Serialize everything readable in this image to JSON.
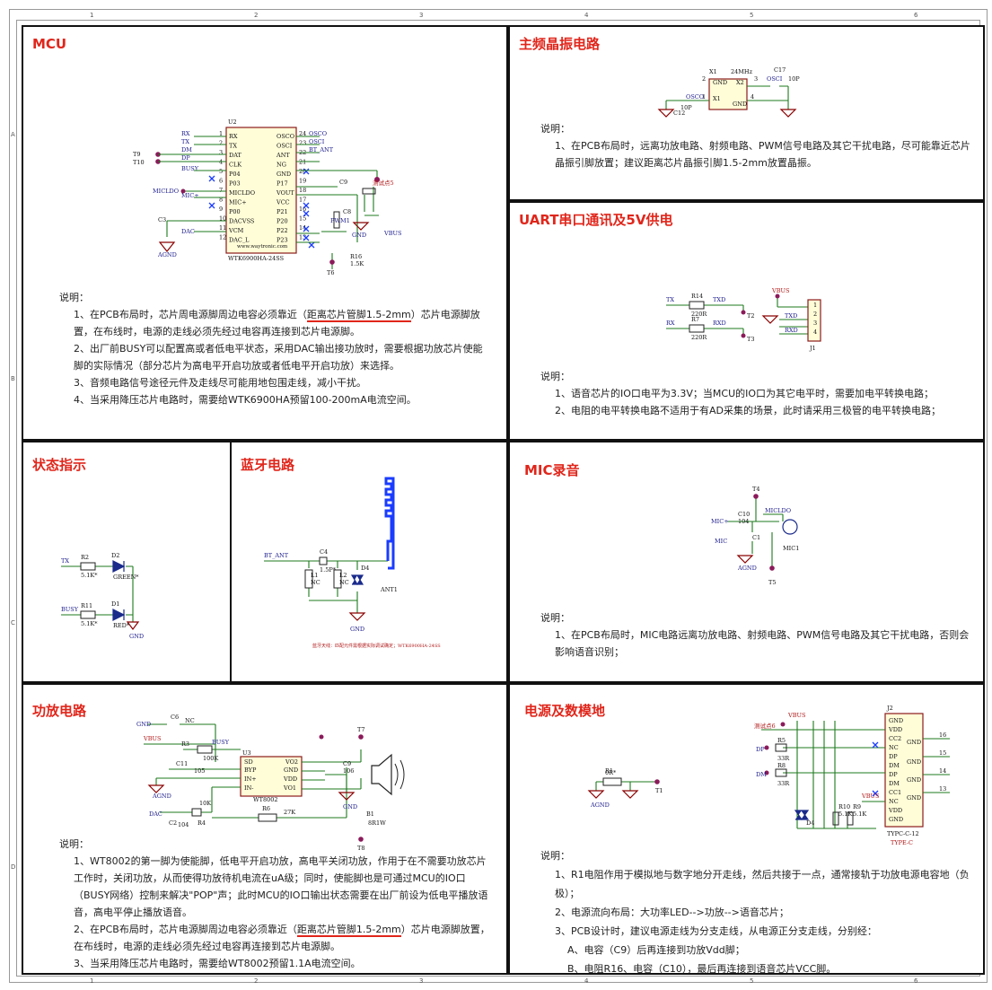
{
  "ruler": {
    "cols": [
      "1",
      "2",
      "3",
      "4",
      "5",
      "6"
    ],
    "rows": [
      "A",
      "B",
      "C",
      "D"
    ]
  },
  "panels": {
    "mcu": {
      "title": "MCU",
      "chip": {
        "ref": "U2",
        "part": "WTK6900HA-24SS",
        "url": "www.waytronic.com",
        "left_pins": [
          "RX",
          "TX",
          "DAT",
          "CLK",
          "P04",
          "P03",
          "MICLDO",
          "MIC+",
          "P00",
          "DACVSS",
          "VCM",
          "DAC_L"
        ],
        "left_nums": [
          "1",
          "2",
          "3",
          "4",
          "5",
          "6",
          "7",
          "8",
          "9",
          "10",
          "11",
          "12"
        ],
        "right_pins": [
          "OSCO",
          "OSCI",
          "ANT",
          "NG",
          "GND",
          "P17",
          "VOUT",
          "VCC",
          "P21",
          "P20",
          "P22",
          "P23"
        ],
        "right_nums": [
          "24",
          "23",
          "22",
          "21",
          "20",
          "19",
          "18",
          "17",
          "16",
          "15",
          "14",
          "13"
        ]
      },
      "left_nets": [
        "RX",
        "TX",
        "DM",
        "DP",
        "BUSY",
        "MICLDO",
        "MIC+",
        "DAC"
      ],
      "right_nets": [
        "OSCO",
        "OSCI",
        "BT_ANT",
        "PWM1"
      ],
      "test_points": [
        "T9",
        "T10",
        "T6"
      ],
      "extra": [
        "测试点5",
        "C3",
        "C8",
        "C9",
        "AGND",
        "GND",
        "VBUS",
        "R16",
        "1.5K"
      ],
      "notes": [
        {
          "pre": "1、在PCB布局时，芯片周电源脚周边电容必须靠近（",
          "hl": "距离芯片管脚1.5-2mm",
          "post": "）芯片电源脚放置，在布线时，电源的走线必须先经过电容再连接到芯片电源脚。"
        },
        {
          "pre": "2、出厂前BUSY可以配置高或者低电平状态，采用DAC输出接功放时，需要根据功放芯片使能脚的实际情况（部分芯片为高电平开启功放或者低电平开启功放）来选择。",
          "hl": "",
          "post": ""
        },
        {
          "pre": "3、音频电路信号途径元件及走线尽可能用地包围走线，减小干扰。",
          "hl": "",
          "post": ""
        },
        {
          "pre": "4、当采用降压芯片电路时，需要给WTK6900HA预留100-200mA电流空间。",
          "hl": "",
          "post": ""
        }
      ],
      "note_head": "说明："
    },
    "xtal": {
      "title": "主频晶振电路",
      "labels": [
        "X1",
        "24MHz",
        "GND",
        "X2",
        "X1",
        "GND",
        "OSCO",
        "OSCI",
        "C12",
        "10P",
        "C17",
        "10P",
        "2",
        "3",
        "1",
        "4"
      ],
      "note_head": "说明：",
      "notes": [
        "1、在PCB布局时，远离功放电路、射频电路、PWM信号电路及其它干扰电路，尽可能靠近芯片晶振引脚放置；建议距离芯片晶振引脚1.5-2mm放置晶振。"
      ]
    },
    "uart": {
      "title": "UART串口通讯及5V供电",
      "labels": [
        "TX",
        "R14",
        "220R",
        "TXD",
        "RX",
        "R7",
        "220R",
        "RXD",
        "T2",
        "T3",
        "VBUS",
        "TXD",
        "RXD",
        "J1",
        "1",
        "2",
        "3",
        "4"
      ],
      "note_head": "说明：",
      "notes": [
        "1、语音芯片的IO口电平为3.3V；当MCU的IO口为其它电平时，需要加电平转换电路；",
        "2、电阻的电平转换电路不适用于有AD采集的场景，此时请采用三极管的电平转换电路；"
      ]
    },
    "status": {
      "title": "状态指示",
      "labels": [
        "TX",
        "R2",
        "5.1K*",
        "D2",
        "GREEN*",
        "BUSY",
        "R11",
        "5.1K*",
        "D1",
        "RED*",
        "GND"
      ]
    },
    "bt": {
      "title": "蓝牙电路",
      "labels": [
        "BT_ANT",
        "C4",
        "1.5P*",
        "L1",
        "NC",
        "L2",
        "NC",
        "D4",
        "ANT1",
        "GND"
      ],
      "note": "蓝牙天线：匹配元件需根据实际调试确定；WTK6900HA-24SS"
    },
    "mic": {
      "title": "MIC录音",
      "labels": [
        "T4",
        "MICLDO",
        "MIC+",
        "C10",
        "104",
        "MIC",
        "C1",
        "AGND",
        "MIC1",
        "T5"
      ],
      "note_head": "说明：",
      "notes": [
        "1、在PCB布局时，MIC电路远离功放电路、射频电路、PWM信号电路及其它干扰电路，否则会影响语音识别；"
      ]
    },
    "amp": {
      "title": "功放电路",
      "labels": [
        "GND",
        "C6",
        "NC",
        "VBUS",
        "R3",
        "BUSY",
        "100K",
        "U3",
        "SD",
        "BYP",
        "IN+",
        "IN-",
        "VO2",
        "GND",
        "VDD",
        "VO1",
        "WT8002",
        "C11",
        "105",
        "AGND",
        "DAC",
        "C2",
        "104",
        "R4",
        "10K",
        "R6",
        "27K",
        "C9",
        "106",
        "GND",
        "T7",
        "B1",
        "8R1W",
        "T8"
      ],
      "note_head": "说明：",
      "notes": [
        {
          "pre": "1、WT8002的第一脚为使能脚，低电平开启功放，高电平关闭功放，作用于在不需要功放芯片工作时，关闭功放，从而使得功放待机电流在uA级；同时，使能脚也是可通过MCU的IO口（BUSY网络）控制来解决\"POP\"声；此时MCU的IO口输出状态需要在出厂前设为低电平播放语音，高电平停止播放语音。",
          "hl": "",
          "post": ""
        },
        {
          "pre": "2、在PCB布局时，芯片电源脚周边电容必须靠近（",
          "hl": "距离芯片管脚1.5-2mm",
          "post": "）芯片电源脚放置，在布线时，电源的走线必须先经过电容再连接到芯片电源脚。"
        },
        {
          "pre": "3、当采用降压芯片电路时，需要给WT8002预留1.1A电流空间。",
          "hl": "",
          "post": ""
        }
      ]
    },
    "power": {
      "title": "电源及数模地",
      "labels": [
        "R1",
        "0R*",
        "T1",
        "AGND",
        "测试点6",
        "VBUS",
        "DP",
        "R5",
        "33R",
        "DM",
        "R8",
        "33R",
        "D4",
        "R10",
        "5.1K",
        "R9",
        "5.1K",
        "VBUS",
        "J2",
        "GND",
        "VDD",
        "CC2",
        "NC",
        "DP",
        "DM",
        "DP",
        "DM",
        "CC1",
        "NC",
        "VDD",
        "GND",
        "GND",
        "GND",
        "GND",
        "GND",
        "16",
        "15",
        "14",
        "13",
        "TYPC-C-12",
        "TYPE-C"
      ],
      "note_head": "说明：",
      "notes": [
        "1、R1电阻作用于模拟地与数字地分开走线，然后共接于一点，通常接轨于功放电源电容地（负极）；",
        "2、电源流向布局：大功率LED-->功放-->语音芯片；",
        "3、PCB设计时，建议电源走线为分支走线，从电源正分支走线，分别经：",
        "A、电容（C9）后再连接到功放Vdd脚；",
        "B、电阻R16、电容（C10），最后再连接到语音芯片VCC脚。"
      ]
    }
  }
}
